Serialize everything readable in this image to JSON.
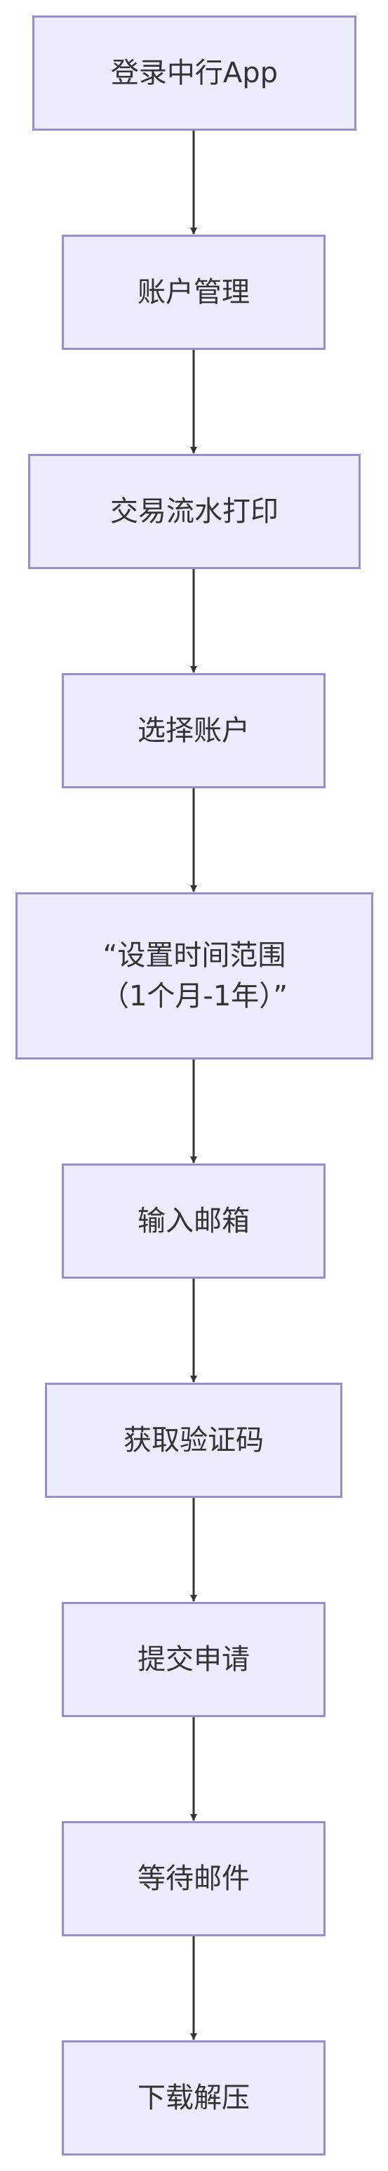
{
  "flowchart": {
    "steps": [
      {
        "label": "登录中行App"
      },
      {
        "label": "账户管理"
      },
      {
        "label": "交易流水打印"
      },
      {
        "label": "选择账户"
      },
      {
        "label": "“设置时间范围\n（1个月-1年）”"
      },
      {
        "label": "输入邮箱"
      },
      {
        "label": "获取验证码"
      },
      {
        "label": "提交申请"
      },
      {
        "label": "等待邮件"
      },
      {
        "label": "下载解压"
      }
    ]
  },
  "colors": {
    "node_fill": "#ececfe",
    "node_border": "#9a8ec9",
    "edge": "#333333",
    "text": "#333333"
  }
}
